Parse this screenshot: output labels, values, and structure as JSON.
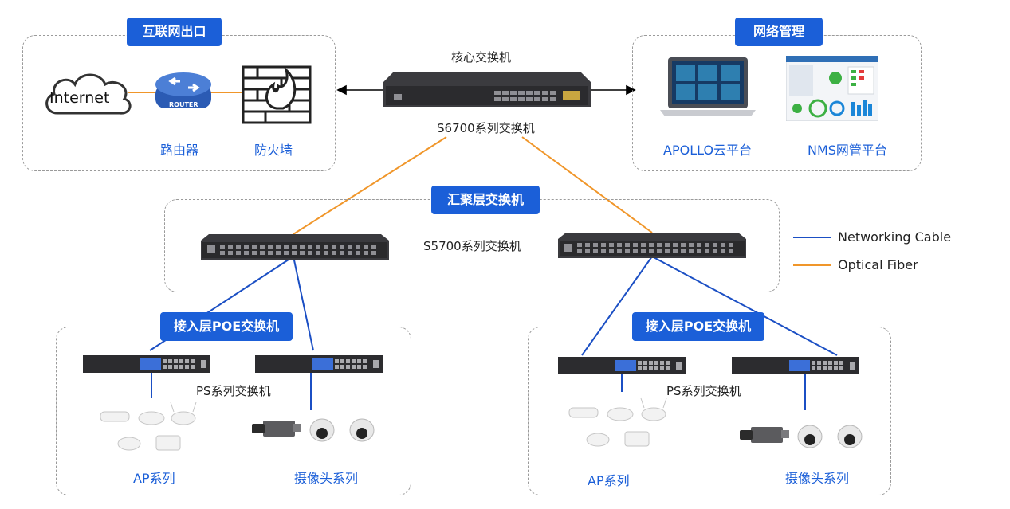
{
  "colors": {
    "accent": "#1b5fd8",
    "networking_cable": "#1b4fc4",
    "optical_fiber": "#f0962a",
    "region_border": "#9a9a9a"
  },
  "regions": {
    "internet_exit": {
      "title": "互联网出口",
      "internet": "Internet",
      "router_label": "路由器",
      "router_text": "ROUTER",
      "firewall_label": "防火墙"
    },
    "network_mgmt": {
      "title": "网络管理",
      "apollo_label": "APOLLO云平台",
      "nms_label": "NMS网管平台"
    },
    "aggregation": {
      "title": "汇聚层交换机",
      "model_label": "S5700系列交换机"
    },
    "access_left": {
      "title": "接入层POE交换机",
      "model_label": "PS系列交换机",
      "ap_label": "AP系列",
      "camera_label": "摄像头系列"
    },
    "access_right": {
      "title": "接入层POE交换机",
      "model_label": "PS系列交换机",
      "ap_label": "AP系列",
      "camera_label": "摄像头系列"
    }
  },
  "core": {
    "title": "核心交换机",
    "model_label": "S6700系列交换机"
  },
  "legend": [
    {
      "label": "Networking Cable",
      "icon": "blue-line"
    },
    {
      "label": "Optical Fiber",
      "icon": "orange-line"
    }
  ]
}
